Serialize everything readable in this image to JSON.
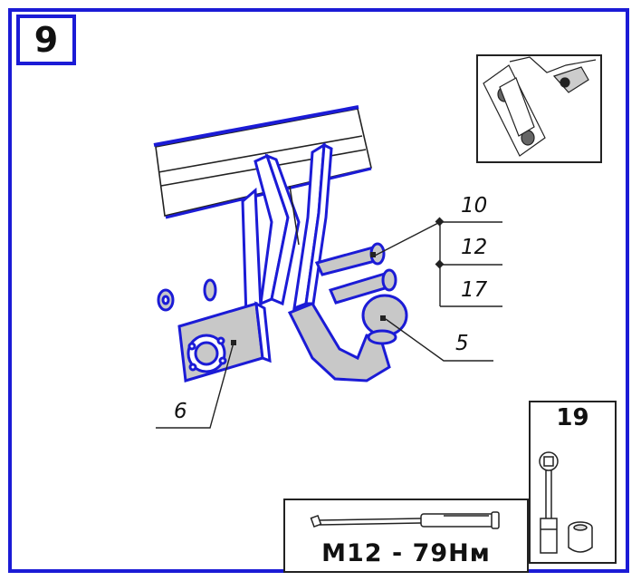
{
  "step": {
    "number": "9"
  },
  "callouts": {
    "part_10": "10",
    "part_12": "12",
    "part_17": "17",
    "part_5": "5",
    "part_6": "6"
  },
  "tool": {
    "number": "19"
  },
  "torque": {
    "label": "M12 - 79Нм"
  },
  "colors": {
    "frame": "#1b1bd6",
    "part_outline": "#1b1bd6",
    "part_fill": "#c8c8c8",
    "line": "#222222"
  }
}
